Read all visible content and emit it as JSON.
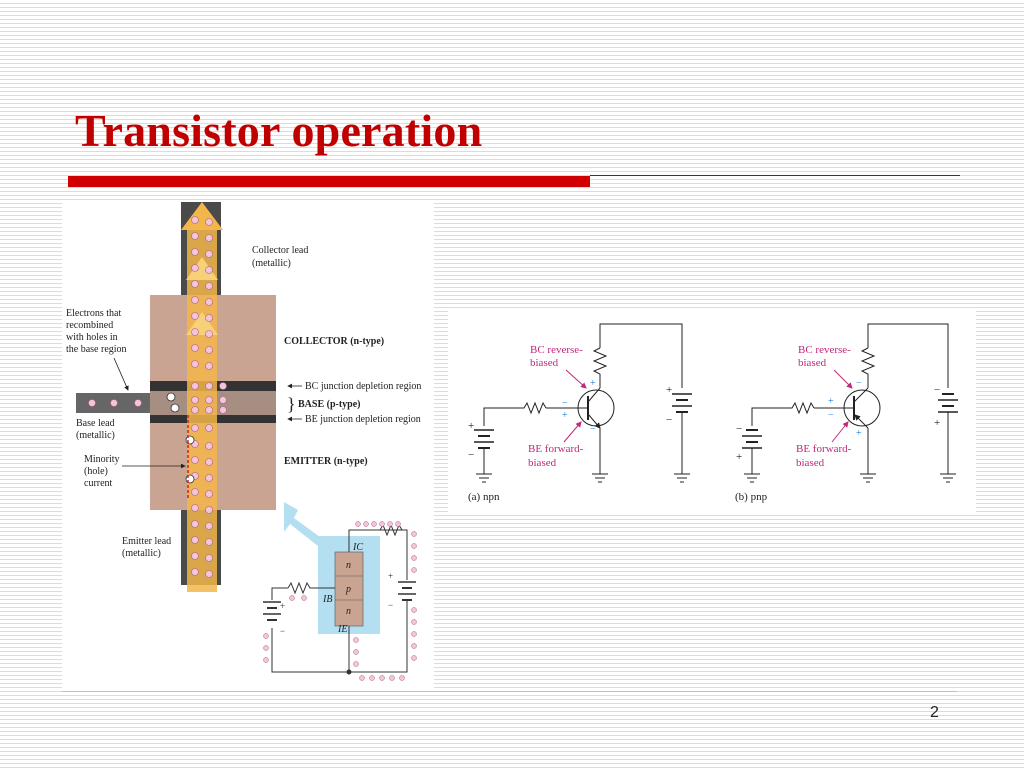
{
  "slide": {
    "title": "Transistor operation",
    "page_number": "2"
  },
  "figure_left": {
    "labels": {
      "collector_lead": [
        "Collector lead",
        "(metallic)"
      ],
      "electrons": [
        "Electrons that",
        "recombined",
        "with holes in",
        "the base region"
      ],
      "collector": "COLLECTOR (n-type)",
      "bc_junction": "BC junction depletion region",
      "base": "BASE (p-type)",
      "be_junction": "BE junction depletion region",
      "base_lead": [
        "Base lead",
        "(metallic)"
      ],
      "minority": [
        "Minority",
        "(hole)",
        "current"
      ],
      "emitter": "EMITTER (n-type)",
      "emitter_lead": [
        "Emitter lead",
        "(metallic)"
      ],
      "ic": "IC",
      "ib": "IB",
      "ie": "IE",
      "layer_n_top": "n",
      "layer_p": "p",
      "layer_n_bottom": "n",
      "plus": "+",
      "minus": "−"
    }
  },
  "figure_right": {
    "npn": {
      "bc_label": [
        "BC reverse-",
        "biased"
      ],
      "be_label": [
        "BE forward-",
        "biased"
      ],
      "caption": "(a) npn"
    },
    "pnp": {
      "bc_label": [
        "BC reverse-",
        "biased"
      ],
      "be_label": [
        "BE forward-",
        "biased"
      ],
      "caption": "(b) pnp"
    },
    "plus": "+",
    "minus": "−"
  },
  "colors": {
    "title": "#c00000",
    "accent_bar": "#d00000",
    "label_magenta": "#c0287a",
    "arrow_orange": "#f3b64a",
    "block_tan": "#c9a493",
    "light_blue": "#b3dff0"
  }
}
